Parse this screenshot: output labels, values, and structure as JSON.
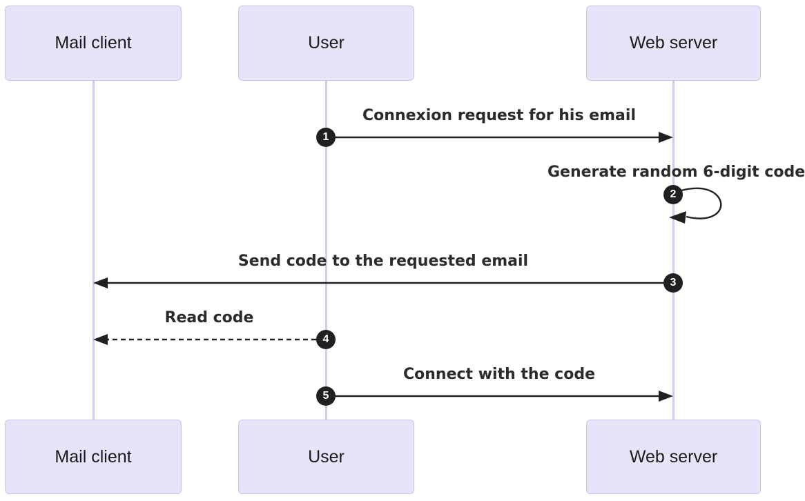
{
  "diagram": {
    "type": "sequence-diagram",
    "actors": [
      {
        "name": "Mail client"
      },
      {
        "name": "User"
      },
      {
        "name": "Web server"
      }
    ],
    "messages": [
      {
        "seq": "1",
        "from": "User",
        "to": "Web server",
        "label": "Connexion request for his email",
        "line": "solid"
      },
      {
        "seq": "2",
        "from": "Web server",
        "to": "Web server",
        "label": "Generate random 6-digit code",
        "line": "self-loop"
      },
      {
        "seq": "3",
        "from": "Web server",
        "to": "Mail client",
        "label": "Send code to the requested email",
        "line": "solid"
      },
      {
        "seq": "4",
        "from": "User",
        "to": "Mail client",
        "label": "Read code",
        "line": "dashed"
      },
      {
        "seq": "5",
        "from": "User",
        "to": "Web server",
        "label": "Connect with the code",
        "line": "solid"
      }
    ],
    "colors": {
      "background": "#ffffff",
      "actor_fill": "#e8e3f8",
      "actor_border": "#cfc5ec",
      "lifeline": "#d2cbee",
      "arrow": "#1f2020",
      "message_text": "#2b2b2b",
      "badge_fill": "#1f2020",
      "badge_text": "#ffffff"
    }
  }
}
